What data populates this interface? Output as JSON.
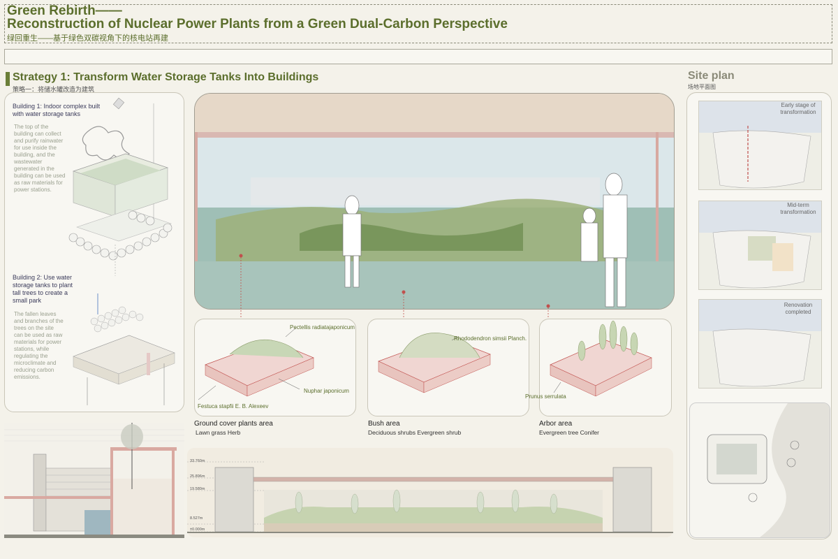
{
  "header": {
    "title_line1": "Green Rebirth——",
    "title_line2": "Reconstruction of Nuclear Power Plants from a Green Dual-Carbon Perspective",
    "title_cn": "绿回重生——基于绿色双碳视角下的核电站再建"
  },
  "strategy": {
    "title": "Strategy 1: Transform Water Storage Tanks Into Buildings",
    "title_cn": "策略一：将储水罐改造为建筑"
  },
  "left_panel": {
    "b1_title": "Building 1: Indoor complex built with water storage tanks",
    "b1_desc": "The top of the building can collect and purify rainwater for use inside the building, and the wastewater generated in the building can be used as raw materials for power stations.",
    "b2_title": "Building 2: Use water storage tanks to plant tall trees to create a small park",
    "b2_desc": "The fallen leaves and branches of the trees on the site can be used as raw materials for power stations, while regulating the microclimate and reducing carbon emissions."
  },
  "areas": [
    {
      "title": "Ground cover plants area",
      "sub": "Lawn grass   Herb",
      "labels": [
        "Pectellis radiatajaponicum",
        "Nuphar japonicum",
        "Festuca stapfii E. B. Alexeev"
      ]
    },
    {
      "title": "Bush area",
      "sub": "Deciduous shrubs   Evergreen shrub",
      "labels": [
        "Rhododendron simsii Planch."
      ]
    },
    {
      "title": "Arbor area",
      "sub": "Evergreen tree   Conifer",
      "labels": [
        "Prunus serrulata"
      ]
    }
  ],
  "section_levels": [
    "33.760m",
    "25.896m",
    "19.580m",
    "8.527m",
    "±0.000m"
  ],
  "site_plan": {
    "title": "Site plan",
    "title_cn": "场地平面图",
    "stages": [
      "Early stage of transformation",
      "Mid-term transformation",
      "Renovation completed"
    ]
  },
  "colors": {
    "green_title": "#5b6e2c",
    "accent_red": "#c0504d",
    "water_teal": "#9fbfb6"
  }
}
